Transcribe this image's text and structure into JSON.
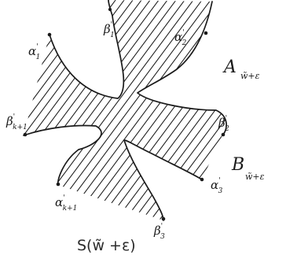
{
  "labels": {
    "alpha1": {
      "main": "α",
      "prime": "'",
      "sub": "1"
    },
    "beta1": {
      "main": "β",
      "prime": "'",
      "sub": "1"
    },
    "alpha2": {
      "main": "α",
      "prime": "'",
      "sub": "2"
    },
    "beta_k1": {
      "main": "β",
      "prime": "'",
      "sub": "k+1"
    },
    "beta2": {
      "main": "β",
      "prime": "'",
      "sub": "2"
    },
    "alpha_k1": {
      "main": "α",
      "prime": "'",
      "sub": "k+1"
    },
    "alpha3": {
      "main": "α",
      "prime": "'",
      "sub": "3"
    },
    "beta3": {
      "main": "β",
      "prime": "'",
      "sub": "3"
    }
  },
  "regions": {
    "A": {
      "letter": "A",
      "sub": "w̃+ε"
    },
    "B": {
      "letter": "B",
      "sub": "w̃+ε"
    }
  },
  "caption": "S(w̃ +ε)"
}
